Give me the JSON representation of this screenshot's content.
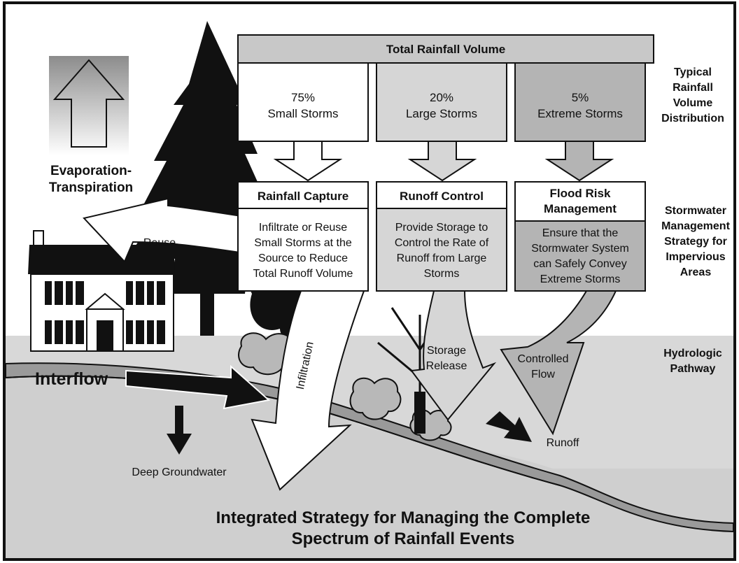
{
  "header": {
    "title": "Total Rainfall Volume"
  },
  "rainfall_columns": [
    {
      "percent": "75%",
      "label": "Small Storms"
    },
    {
      "percent": "20%",
      "label": "Large Storms"
    },
    {
      "percent": "5%",
      "label": "Extreme Storms"
    }
  ],
  "strategies": [
    {
      "title": [
        "Rainfall Capture"
      ],
      "description": [
        "Infiltrate or Reuse",
        "Small Storms at the",
        "Source to Reduce",
        "Total Runoff Volume"
      ]
    },
    {
      "title": [
        "Runoff Control"
      ],
      "description": [
        "Provide Storage to",
        "Control the Rate of",
        "Runoff from Large",
        "Storms"
      ]
    },
    {
      "title": [
        "Flood Risk",
        "Management"
      ],
      "description": [
        "Ensure that the",
        "Stormwater System",
        "can Safely Convey",
        "Extreme Storms"
      ]
    }
  ],
  "row_labels": {
    "distribution": [
      "Typical",
      "Rainfall",
      "Volume",
      "Distribution"
    ],
    "strategy": [
      "Stormwater",
      "Management",
      "Strategy for",
      "Impervious",
      "Areas"
    ],
    "pathway": [
      "Hydrologic",
      "Pathway"
    ]
  },
  "pathways": {
    "evapotranspiration": [
      "Evaporation-",
      "Transpiration"
    ],
    "reuse": "Reuse",
    "interflow": "Interflow",
    "infiltration": "Infiltration",
    "storage_release": [
      "Storage",
      "Release"
    ],
    "controlled_flow": [
      "Controlled",
      "Flow"
    ],
    "runoff": "Runoff",
    "deep_groundwater": "Deep Groundwater"
  },
  "footer": {
    "title": [
      "Integrated Strategy for Managing the Complete",
      "Spectrum of Rainfall Events"
    ]
  },
  "colors": {
    "ground": "#d3d3d3",
    "soil_band": "#9a9a9a",
    "box_light": "#d6d6d6",
    "box_mid": "#b4b4b4",
    "header_fill": "#c8c8c8",
    "dark": "#111111"
  },
  "icons": [
    "tree-icon",
    "house-icon",
    "shrub-icon",
    "arrow-icon"
  ]
}
